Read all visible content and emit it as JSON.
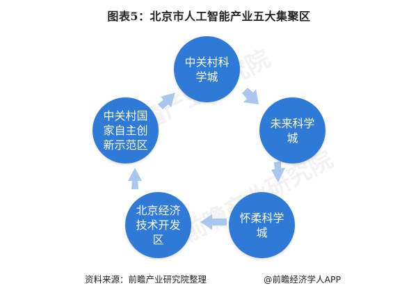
{
  "title": "图表5：北京市人工智能产业五大集聚区",
  "nodes": [
    {
      "label": "中关村科学城"
    },
    {
      "label": "未来科学城"
    },
    {
      "label": "怀柔科学城"
    },
    {
      "label": "北京经济技术开发区"
    },
    {
      "label": "中关村国家自主创新示范区"
    }
  ],
  "watermark": "前瞻产业研究院",
  "footer": {
    "source": "资料来源：前瞻产业研究院整理",
    "brand": "@前瞻经济学人APP"
  },
  "colors": {
    "node": "#2e7ad6",
    "arrow": "#a9c6ee"
  }
}
